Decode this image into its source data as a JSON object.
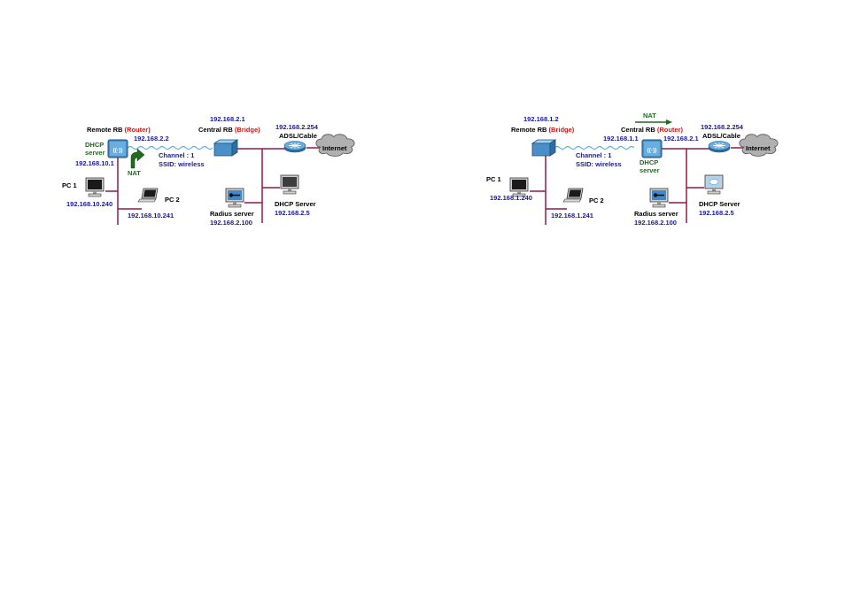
{
  "diagrams": [
    {
      "remote_title": "Remote RB",
      "remote_mode": "(Router)",
      "central_ip_top": "192.168.2.1",
      "central_title": "Central RB",
      "central_mode": "(Bridge)",
      "adsl_ip": "192.168.2.254",
      "adsl_label": "ADSL/Cable",
      "internet_label": "Internet",
      "dhcp_label_line1": "DHCP",
      "dhcp_label_line2": "server",
      "remote_wlan_ip": "192.168.2.2",
      "remote_lan_ip": "192.168.10.1",
      "channel_label": "Channel : 1",
      "ssid_label": "SSID: wireless",
      "nat_label": "NAT",
      "pc1_label": "PC 1",
      "pc1_ip": "192.168.10.240",
      "pc2_label": "PC 2",
      "pc2_ip": "192.168.10.241",
      "radius_label": "Radius server",
      "radius_ip": "192.168.2.100",
      "dhcp_server_label": "DHCP Server",
      "dhcp_server_ip": "192.168.2.5"
    },
    {
      "remote_ip_top": "192.168.1.2",
      "remote_title": "Remote RB",
      "remote_mode": "(Bridge)",
      "nat_label": "NAT",
      "central_title": "Central RB",
      "central_mode": "(Router)",
      "adsl_ip": "192.168.2.254",
      "adsl_label": "ADSL/Cable",
      "internet_label": "Internet",
      "central_wlan_ip": "192.168.1.1",
      "central_wan_ip": "192.168.2.1",
      "channel_label": "Channel : 1",
      "ssid_label": "SSID: wireless",
      "dhcp_label_line1": "DHCP",
      "dhcp_label_line2": "server",
      "pc1_label": "PC 1",
      "pc1_ip": "192.168.1.240",
      "pc2_label": "PC 2",
      "pc2_ip": "192.168.1.241",
      "radius_label": "Radius server",
      "radius_ip": "192.168.2.100",
      "dhcp_server_label": "DHCP Server",
      "dhcp_server_ip": "192.168.2.5"
    }
  ],
  "colors": {
    "label_blue": "#1a1a99",
    "label_green": "#1f6b1f",
    "label_red": "#e01010",
    "cable": "#8b1a4a",
    "wireless": "#5ab0e0",
    "router_body": "#4a90c8",
    "cloud": "#b0b0b0"
  }
}
